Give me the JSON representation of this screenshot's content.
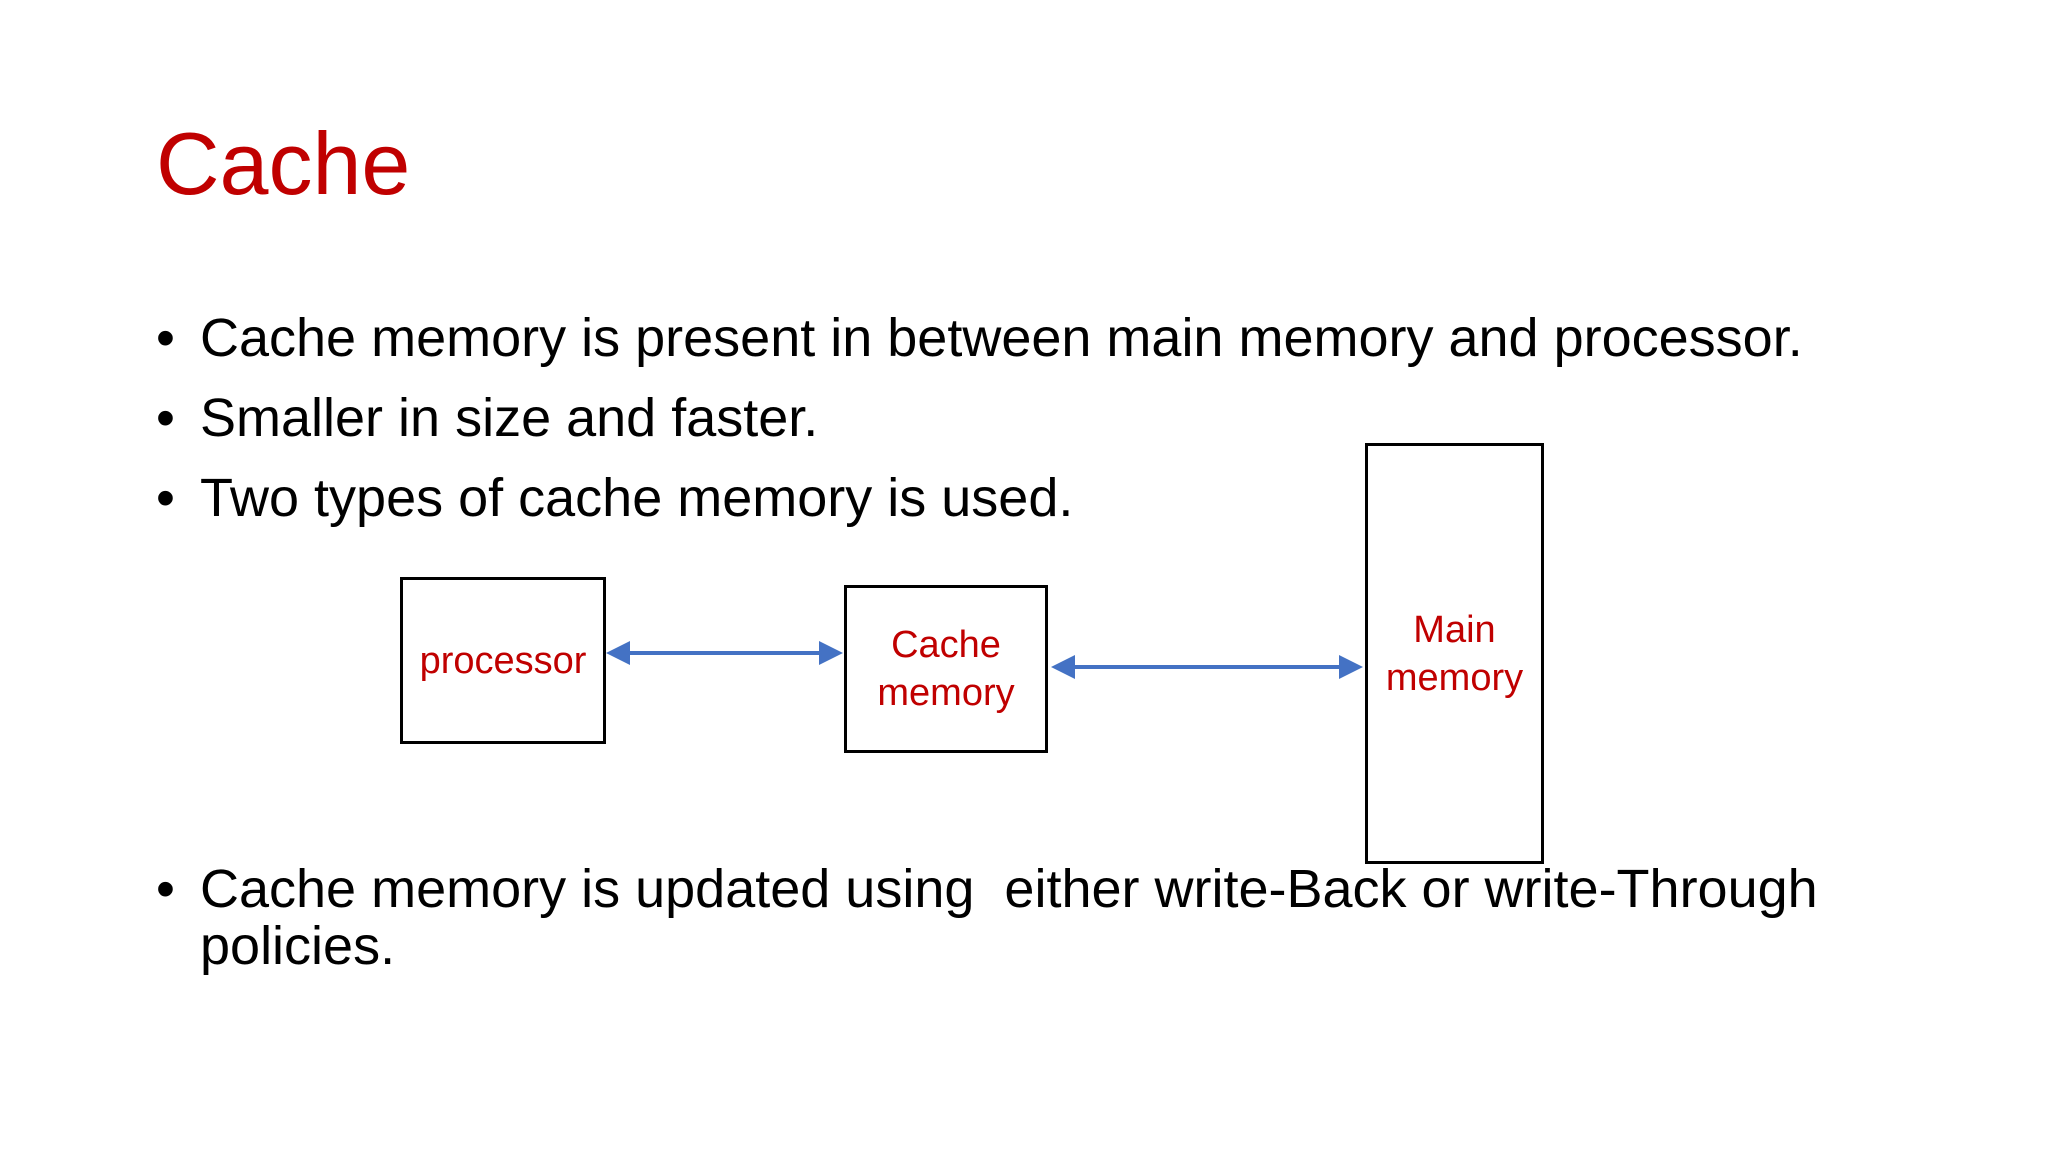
{
  "slide": {
    "title": "Cache",
    "bullet_marker": "•",
    "bullets": [
      {
        "lines": [
          "Cache memory is present in between main memory and processor."
        ]
      },
      {
        "lines": [
          "Smaller in size and faster."
        ]
      },
      {
        "lines": [
          "Two types of cache memory is used."
        ]
      }
    ],
    "footer_bullet": {
      "lines": [
        "Cache memory is updated using  either write-Back or write-Through",
        "policies."
      ]
    }
  },
  "diagram": {
    "processor_box": {
      "lines": [
        "processor"
      ]
    },
    "cache_box": {
      "lines": [
        "Cache",
        "memory"
      ]
    },
    "main_box": {
      "lines": [
        "Main",
        "memory"
      ]
    },
    "arrows": [
      {
        "name": "processor-cache",
        "type": "double-headed"
      },
      {
        "name": "cache-main",
        "type": "double-headed"
      }
    ]
  },
  "colors": {
    "title_red": "#C00000",
    "box_label_red": "#C00000",
    "arrow_blue": "#4472C4",
    "body_text": "#000000",
    "box_border": "#000000",
    "background": "#FFFFFF"
  }
}
